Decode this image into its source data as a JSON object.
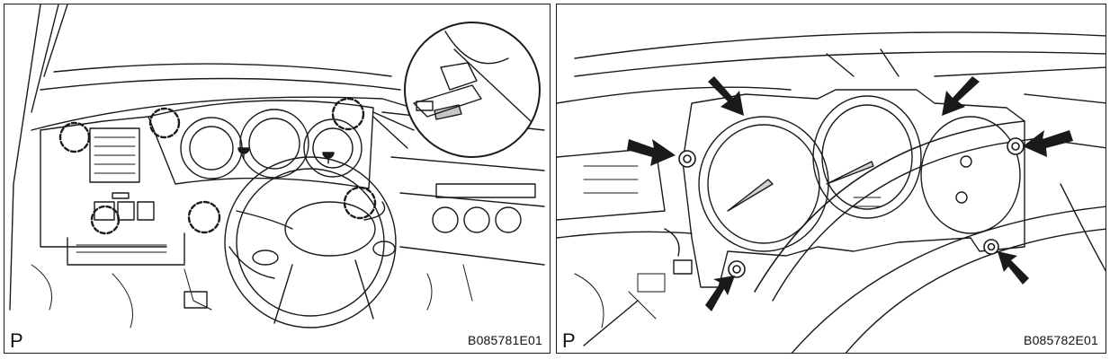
{
  "panels": [
    {
      "corner_mark": "P",
      "figure_code": "B085781E01"
    },
    {
      "corner_mark": "P",
      "figure_code": "B085782E01"
    }
  ],
  "colors": {
    "line": "#1a1a1a",
    "arrow": "#1a1a1a",
    "background": "#ffffff"
  },
  "icons": {
    "clip_marker": "dashed-circle",
    "screw_pointer": "black-arrow",
    "detail_callout": "magnifier-circle"
  }
}
